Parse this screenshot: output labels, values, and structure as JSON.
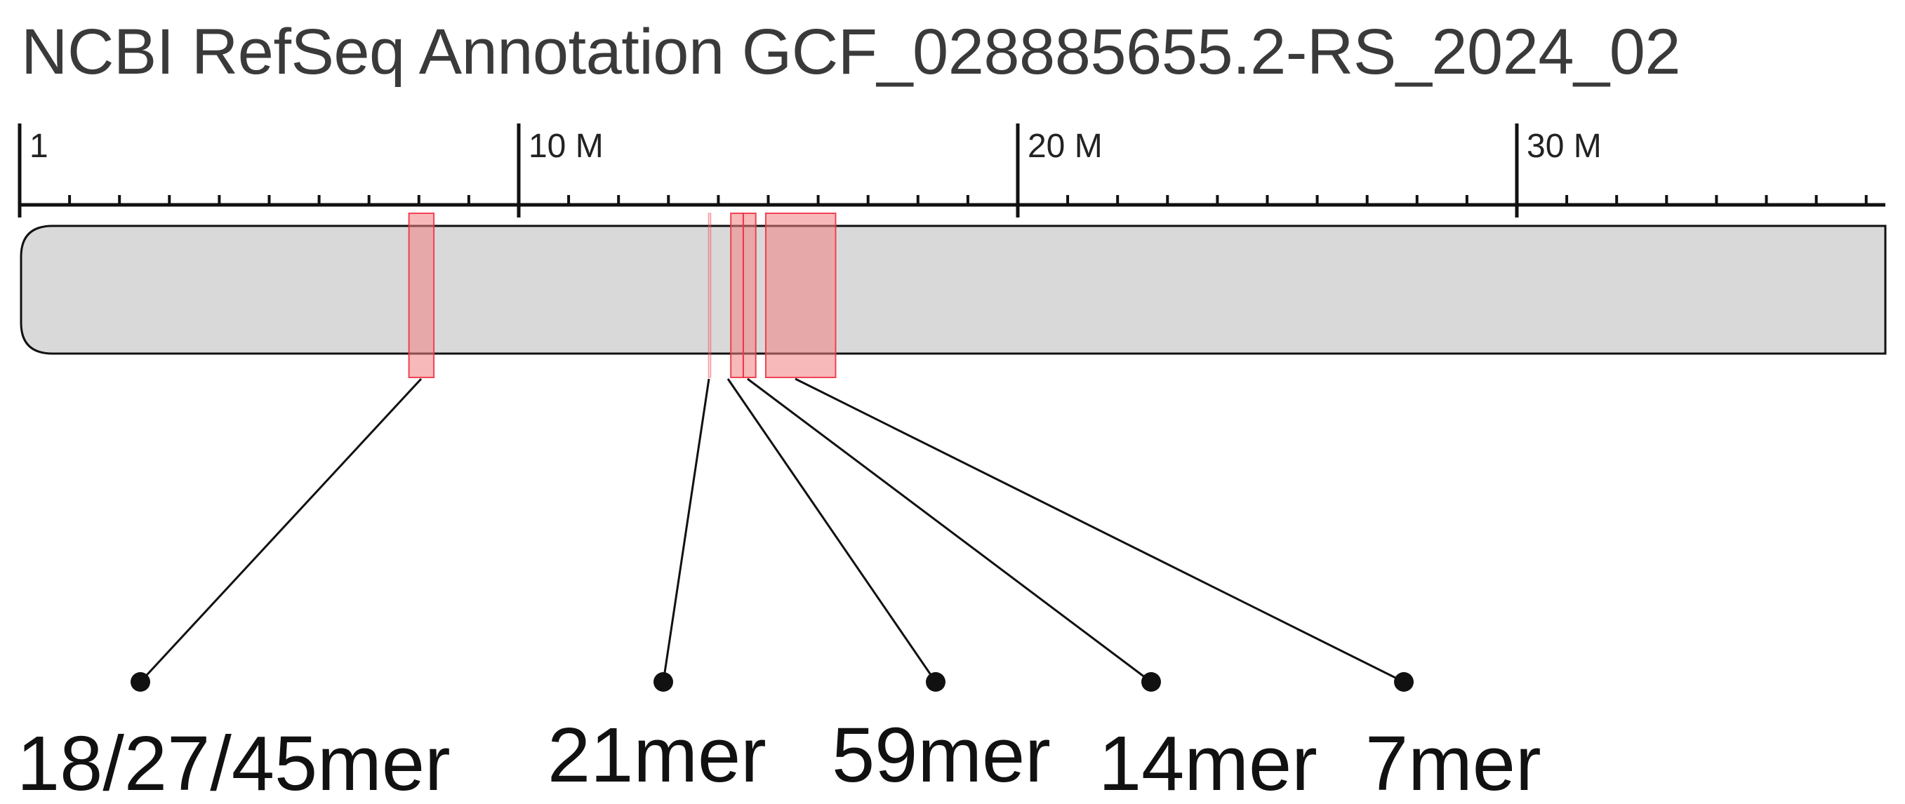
{
  "title": "NCBI RefSeq Annotation GCF_028885655.2-RS_2024_02",
  "ruler": {
    "min": 1,
    "max": 37000000,
    "major": [
      {
        "pos": 1,
        "label": "1"
      },
      {
        "pos": 10000000,
        "label": "10 M"
      },
      {
        "pos": 20000000,
        "label": "20 M"
      },
      {
        "pos": 30000000,
        "label": "30 M"
      }
    ],
    "minor_step": 1000000
  },
  "colors": {
    "chromosome_fill": "#d9d9d9",
    "chromosome_stroke": "#111111",
    "highlight_fill": "#f08080",
    "highlight_stroke": "#ee3344",
    "leader": "#111111"
  },
  "regions": [
    {
      "name": "18/27/45mer",
      "start": 7800000,
      "end": 8300000
    },
    {
      "name": "21mer",
      "start": 13800000,
      "end": 13850000
    },
    {
      "name": "59mer",
      "start": 14250000,
      "end": 14500000
    },
    {
      "name": "14mer",
      "start": 14500000,
      "end": 14750000
    },
    {
      "name": "7mer",
      "start": 14950000,
      "end": 16350000
    }
  ],
  "labels": [
    {
      "text": "18/27/45mer",
      "region": 0
    },
    {
      "text": "21mer",
      "region": 1
    },
    {
      "text": "59mer",
      "region": 2
    },
    {
      "text": "14mer",
      "region": 3
    },
    {
      "text": "7mer",
      "region": 4
    }
  ]
}
